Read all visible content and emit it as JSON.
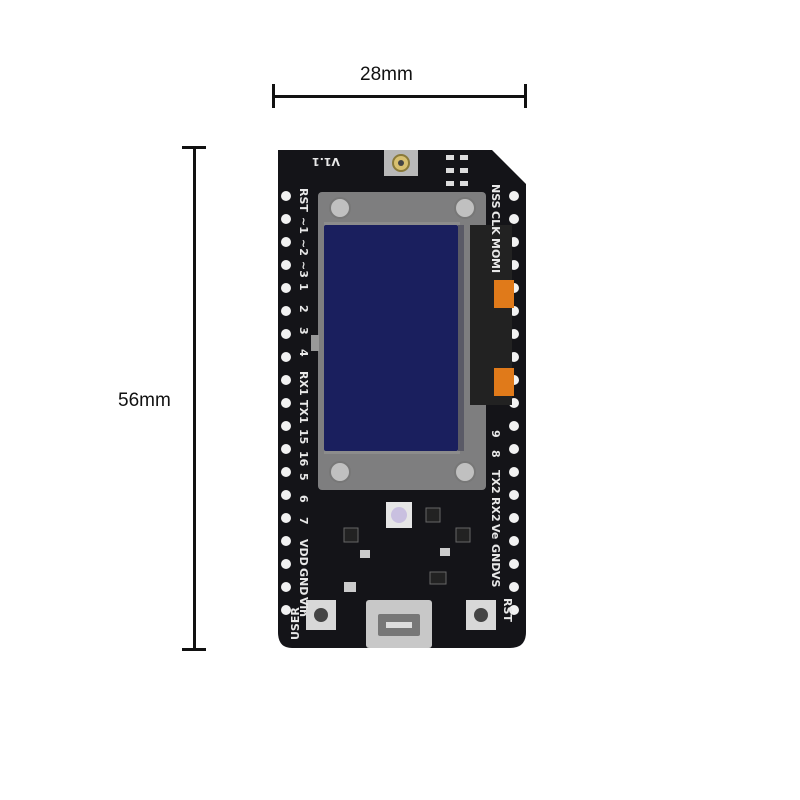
{
  "dimensions": {
    "width_label": "28mm",
    "height_label": "56mm"
  },
  "board": {
    "version": "V1.1",
    "left_pins": [
      "RST",
      "~1",
      "~2",
      "~3",
      "1",
      "2",
      "3",
      "4",
      "RX1",
      "TX1",
      "15",
      "16",
      "5",
      "6",
      "7",
      "VDD",
      "GND",
      "Vin"
    ],
    "right_pins": [
      "NSS",
      "CLK",
      "MO",
      "MI",
      "9",
      "8",
      "TX2",
      "RX2",
      "Ve",
      "GND",
      "VS"
    ],
    "button_left": "USER",
    "button_right": "RST",
    "colors": {
      "pcb": "#141418",
      "screen": "#1a1f5e",
      "copper": "#c9c9c9"
    }
  }
}
